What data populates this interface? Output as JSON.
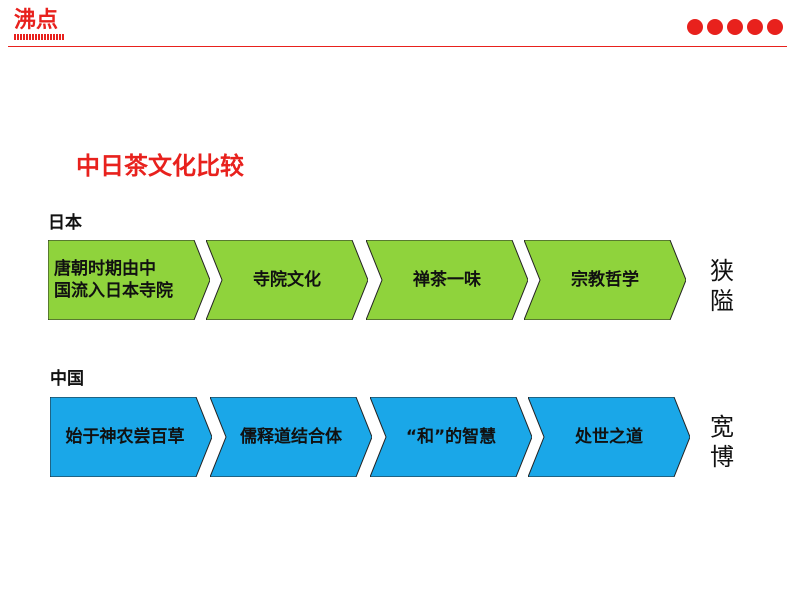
{
  "header": {
    "logo_text": "沸点",
    "brand_color": "#e8211d",
    "dot_count": 5
  },
  "diagram": {
    "title": "中日茶文化比较",
    "japan": {
      "label": "日本",
      "fill": "#8fd33c",
      "steps": [
        "唐朝时期由中国流入日本寺院",
        "寺院文化",
        "禅茶一味",
        "宗教哲学"
      ],
      "side_text": [
        "狭",
        "隘"
      ]
    },
    "china": {
      "label": "中国",
      "fill": "#1aa7e8",
      "steps": [
        "始于神农尝百草",
        "儒释道结合体",
        "“和”的智慧",
        "处世之道"
      ],
      "side_text": [
        "宽",
        "博"
      ]
    }
  }
}
